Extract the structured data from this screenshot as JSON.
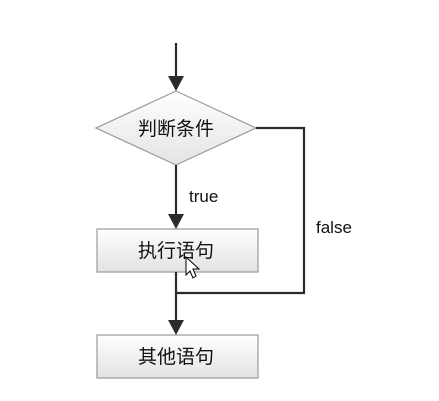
{
  "flowchart": {
    "nodes": {
      "condition": "判断条件",
      "execute": "执行语句",
      "other": "其他语句"
    },
    "edges": {
      "true_label": "true",
      "false_label": "false"
    }
  }
}
